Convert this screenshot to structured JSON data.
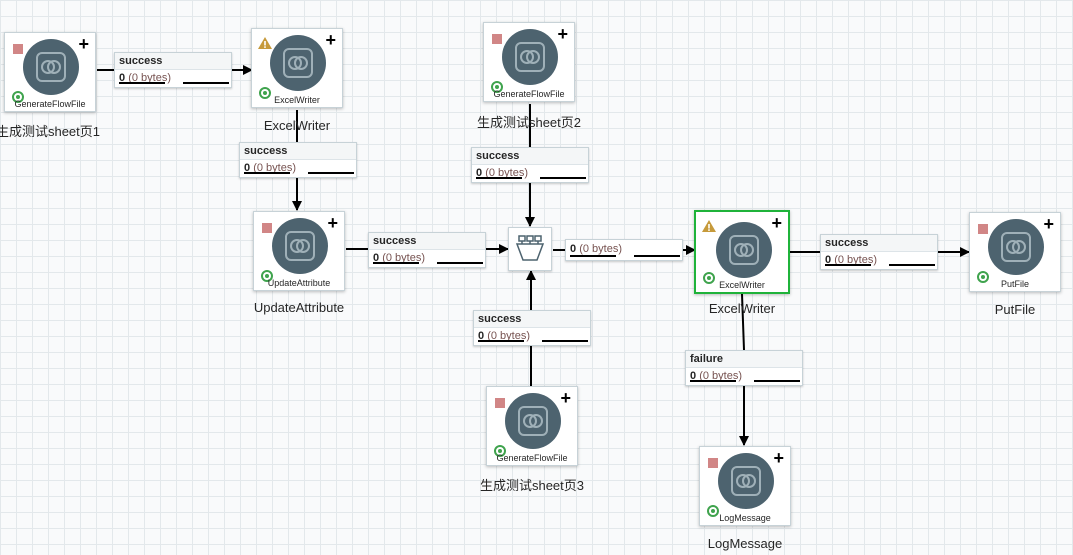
{
  "processors": {
    "gen1": {
      "type": "GenerateFlowFile",
      "name": "生成测试sheet页1"
    },
    "excel1": {
      "type": "ExcelWriter",
      "name": "ExcelWriter"
    },
    "gen2": {
      "type": "GenerateFlowFile",
      "name": "生成测试sheet页2"
    },
    "update": {
      "type": "UpdateAttribute",
      "name": "UpdateAttribute"
    },
    "excel2": {
      "type": "ExcelWriter",
      "name": "ExcelWriter"
    },
    "putfile": {
      "type": "PutFile",
      "name": "PutFile"
    },
    "gen3": {
      "type": "GenerateFlowFile",
      "name": "生成测试sheet页3"
    },
    "log": {
      "type": "LogMessage",
      "name": "LogMessage"
    }
  },
  "connections": {
    "c1": {
      "relationship": "success",
      "count": "0",
      "size": "(0 bytes)"
    },
    "c2": {
      "relationship": "success",
      "count": "0",
      "size": "(0 bytes)"
    },
    "c3": {
      "relationship": "success",
      "count": "0",
      "size": "(0 bytes)"
    },
    "c4": {
      "relationship": "success",
      "count": "0",
      "size": "(0 bytes)"
    },
    "c5": {
      "relationship": "success",
      "count": "0",
      "size": "(0 bytes)"
    },
    "c6": {
      "relationship": "",
      "count": "0",
      "size": "(0 bytes)"
    },
    "c7": {
      "relationship": "success",
      "count": "0",
      "size": "(0 bytes)"
    },
    "c8": {
      "relationship": "failure",
      "count": "0",
      "size": "(0 bytes)"
    }
  },
  "colors": {
    "processor_icon": "#4d636f",
    "stopped": "#d18686",
    "running": "#3fa34d",
    "warning": "#c69a3b",
    "selected_border": "#1fb33a"
  },
  "icons": [
    "stop-icon",
    "warning-icon",
    "add-icon",
    "running-icon",
    "processor-icon",
    "funnel-icon"
  ]
}
